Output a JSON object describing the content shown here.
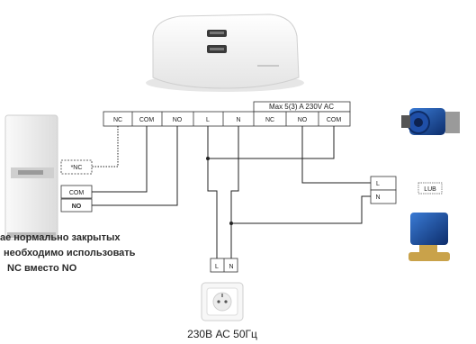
{
  "top_terminals": [
    "NC",
    "COM",
    "NO",
    "L",
    "N",
    "NC",
    "NO",
    "COM"
  ],
  "relay_rating": "Max 5(3) A 230V AC",
  "boiler_terminals": {
    "nc_optional": "*NC",
    "com": "COM",
    "no": "NO"
  },
  "pump_terminals": [
    "L",
    "N"
  ],
  "pump_label": "LUB",
  "socket_terminals": [
    "L",
    "N"
  ],
  "note_lines": [
    "ае нормально закрытых",
    "необходимо использовать",
    "NC вместо NO"
  ],
  "socket_caption": "230В АС 50Гц"
}
